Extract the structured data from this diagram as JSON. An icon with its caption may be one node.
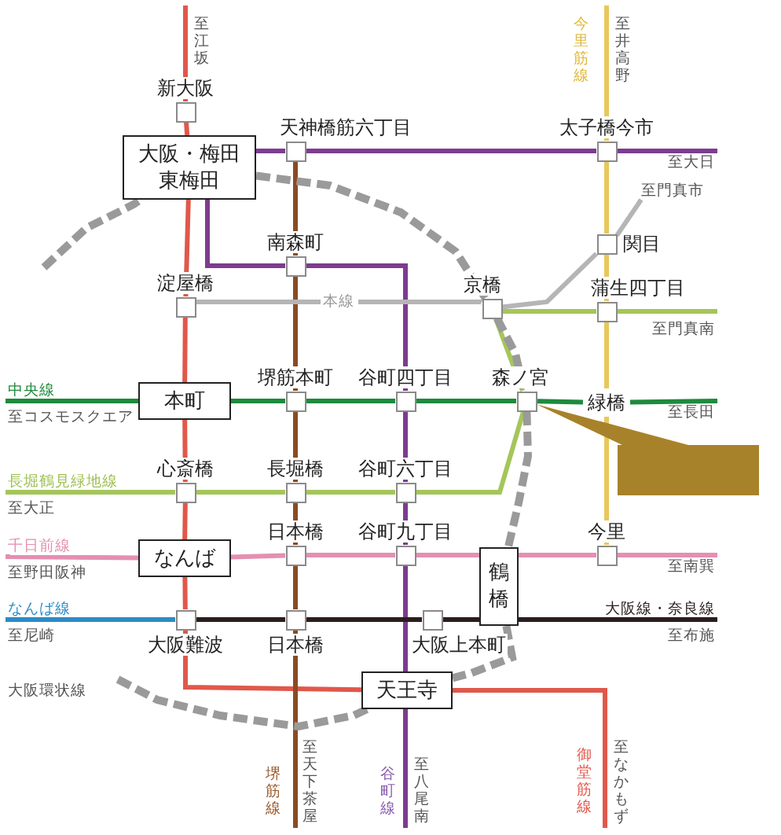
{
  "diagram": {
    "nodes": [
      {
        "text": [
          "新大阪"
        ]
      },
      {
        "text": [
          "大阪・梅田",
          "東梅田"
        ]
      },
      {
        "text": [
          "天神橋筋六丁目"
        ]
      },
      {
        "text": [
          "太子橋今市"
        ]
      },
      {
        "text": [
          "南森町"
        ]
      },
      {
        "text": [
          "関目"
        ]
      },
      {
        "text": [
          "淀屋橋"
        ]
      },
      {
        "text": [
          "京橋"
        ]
      },
      {
        "text": [
          "蒲生四丁目"
        ]
      },
      {
        "text": [
          "本町"
        ]
      },
      {
        "text": [
          "堺筋本町"
        ]
      },
      {
        "text": [
          "谷町四丁目"
        ]
      },
      {
        "text": [
          "森ノ宮"
        ]
      },
      {
        "text": [
          "緑橋"
        ]
      },
      {
        "text": [],
        "shape": "box"
      },
      {
        "text": [
          "心斎橋"
        ]
      },
      {
        "text": [
          "長堀橋"
        ]
      },
      {
        "text": [
          "谷町六丁目"
        ]
      },
      {
        "text": [
          "日本橋"
        ]
      },
      {
        "text": [
          "谷町九丁目"
        ]
      },
      {
        "text": [
          "今里"
        ]
      },
      {
        "text": [
          "なんば"
        ]
      },
      {
        "text": [
          "鶴橋"
        ]
      },
      {
        "text": [
          "大阪難波"
        ]
      },
      {
        "text": [
          "日本橋"
        ]
      },
      {
        "text": [
          "大阪上本町"
        ]
      },
      {
        "text": [
          "天王寺"
        ]
      },
      {
        "text": [
          "至大日"
        ]
      },
      {
        "text": [
          "至門真市"
        ]
      },
      {
        "text": [
          "中央線"
        ]
      },
      {
        "text": [
          "至長田"
        ]
      },
      {
        "text": [
          "長堀鶴見緑地線"
        ]
      },
      {
        "text": [
          "千日前線"
        ]
      },
      {
        "text": [
          "至南巽"
        ]
      },
      {
        "text": [
          "なんば線"
        ]
      },
      {
        "text": [
          "大阪線・奈良線"
        ]
      },
      {
        "text": [
          "至江坂"
        ]
      },
      {
        "text": [
          "至井高野"
        ]
      },
      {
        "text": [
          "至門真南"
        ]
      },
      {
        "text": [
          "至天下茶屋"
        ]
      },
      {
        "text": [
          "至八尾南"
        ]
      },
      {
        "text": [
          "至なかもず"
        ]
      }
    ],
    "edges": [
      {
        "from": 36,
        "to": 0,
        "arrow": "none",
        "color": "#e0584a"
      },
      {
        "from": 0,
        "to": 1,
        "arrow": "none",
        "color": "#e0584a"
      },
      {
        "from": 1,
        "to": 6,
        "arrow": "none",
        "color": "#e0584a"
      },
      {
        "from": 6,
        "to": 9,
        "arrow": "none",
        "color": "#e0584a"
      },
      {
        "from": 9,
        "to": 15,
        "arrow": "none",
        "color": "#e0584a"
      },
      {
        "from": 15,
        "to": 21,
        "arrow": "none",
        "color": "#e0584a"
      },
      {
        "from": 21,
        "to": 23,
        "arrow": "none",
        "color": "#e0584a"
      },
      {
        "from": 23,
        "to": 26,
        "arrow": "none",
        "color": "#e0584a"
      },
      {
        "from": 26,
        "to": 41,
        "arrow": "none",
        "color": "#e0584a"
      },
      {
        "from": 1,
        "to": 2,
        "arrow": "none",
        "color": "#7d3c8f"
      },
      {
        "from": 2,
        "to": 3,
        "arrow": "none",
        "color": "#7d3c8f"
      },
      {
        "from": 3,
        "to": 27,
        "arrow": "none",
        "color": "#7d3c8f"
      },
      {
        "from": 1,
        "to": 4,
        "arrow": "none",
        "color": "#7d3c8f"
      },
      {
        "from": 4,
        "to": 11,
        "arrow": "none",
        "color": "#7d3c8f"
      },
      {
        "from": 11,
        "to": 17,
        "arrow": "none",
        "color": "#7d3c8f"
      },
      {
        "from": 17,
        "to": 19,
        "arrow": "none",
        "color": "#7d3c8f"
      },
      {
        "from": 19,
        "to": 26,
        "arrow": "none",
        "color": "#7d3c8f"
      },
      {
        "from": 26,
        "to": 40,
        "arrow": "none",
        "color": "#7d3c8f"
      },
      {
        "from": 2,
        "to": 4,
        "arrow": "none",
        "color": "#8a4b24"
      },
      {
        "from": 4,
        "to": 10,
        "arrow": "none",
        "color": "#8a4b24"
      },
      {
        "from": 10,
        "to": 16,
        "arrow": "none",
        "color": "#8a4b24"
      },
      {
        "from": 16,
        "to": 18,
        "arrow": "none",
        "color": "#8a4b24"
      },
      {
        "from": 18,
        "to": 24,
        "arrow": "none",
        "color": "#8a4b24"
      },
      {
        "from": 24,
        "to": 39,
        "arrow": "none",
        "color": "#8a4b24"
      },
      {
        "from": 37,
        "to": 3,
        "arrow": "none",
        "color": "#e8c85a"
      },
      {
        "from": 3,
        "to": 5,
        "arrow": "none",
        "color": "#e8c85a"
      },
      {
        "from": 5,
        "to": 8,
        "arrow": "none",
        "color": "#e8c85a"
      },
      {
        "from": 8,
        "to": 13,
        "arrow": "none",
        "color": "#e8c85a"
      },
      {
        "from": 13,
        "to": 20,
        "arrow": "none",
        "color": "#e8c85a"
      },
      {
        "from": 29,
        "to": 9,
        "arrow": "none",
        "color": "#1e8a3c"
      },
      {
        "from": 9,
        "to": 10,
        "arrow": "none",
        "color": "#1e8a3c"
      },
      {
        "from": 10,
        "to": 11,
        "arrow": "none",
        "color": "#1e8a3c"
      },
      {
        "from": 11,
        "to": 12,
        "arrow": "none",
        "color": "#1e8a3c"
      },
      {
        "from": 12,
        "to": 13,
        "arrow": "none",
        "color": "#1e8a3c"
      },
      {
        "from": 13,
        "to": 30,
        "arrow": "none",
        "color": "#1e8a3c"
      },
      {
        "from": 31,
        "to": 15,
        "arrow": "none",
        "color": "#a4c65a"
      },
      {
        "from": 15,
        "to": 16,
        "arrow": "none",
        "color": "#a4c65a"
      },
      {
        "from": 16,
        "to": 17,
        "arrow": "none",
        "color": "#a4c65a"
      },
      {
        "from": 17,
        "to": 12,
        "arrow": "none",
        "color": "#a4c65a"
      },
      {
        "from": 12,
        "to": 7,
        "arrow": "none",
        "color": "#a4c65a"
      },
      {
        "from": 7,
        "to": 8,
        "arrow": "none",
        "color": "#a4c65a"
      },
      {
        "from": 8,
        "to": 38,
        "arrow": "none",
        "color": "#a4c65a"
      },
      {
        "from": 32,
        "to": 21,
        "arrow": "none",
        "color": "#e48fb1"
      },
      {
        "from": 21,
        "to": 18,
        "arrow": "none",
        "color": "#e48fb1"
      },
      {
        "from": 18,
        "to": 19,
        "arrow": "none",
        "color": "#e48fb1"
      },
      {
        "from": 19,
        "to": 22,
        "arrow": "none",
        "color": "#e48fb1"
      },
      {
        "from": 22,
        "to": 20,
        "arrow": "none",
        "color": "#e48fb1"
      },
      {
        "from": 20,
        "to": 33,
        "arrow": "none",
        "color": "#e48fb1"
      },
      {
        "from": 34,
        "to": 23,
        "arrow": "none",
        "color": "#2b8cc4"
      },
      {
        "from": 23,
        "to": 24,
        "arrow": "none",
        "color": "#2b1d1d"
      },
      {
        "from": 24,
        "to": 25,
        "arrow": "none",
        "color": "#2b1d1d"
      },
      {
        "from": 25,
        "to": 22,
        "arrow": "none",
        "color": "#2b1d1d"
      },
      {
        "from": 22,
        "to": 35,
        "arrow": "none",
        "color": "#2b1d1d"
      },
      {
        "from": 6,
        "to": 7,
        "arrow": "none",
        "color": "#b5b5b5",
        "label": "本線"
      },
      {
        "from": 7,
        "to": 5,
        "arrow": "none",
        "color": "#b5b5b5"
      },
      {
        "from": 5,
        "to": 28,
        "arrow": "none",
        "color": "#b5b5b5"
      },
      {
        "from": null,
        "to": 1,
        "arrow": "none",
        "color": "#9a9a9a",
        "style": "dashed"
      },
      {
        "from": 1,
        "to": 7,
        "arrow": "none",
        "color": "#9a9a9a",
        "style": "dashed"
      },
      {
        "from": 7,
        "to": 12,
        "arrow": "none",
        "color": "#9a9a9a",
        "style": "dashed"
      },
      {
        "from": 12,
        "to": 22,
        "arrow": "none",
        "color": "#9a9a9a",
        "style": "dashed"
      },
      {
        "from": 22,
        "to": 26,
        "arrow": "none",
        "color": "#9a9a9a",
        "style": "dashed"
      },
      {
        "from": 26,
        "to": null,
        "arrow": "none",
        "color": "#9a9a9a",
        "style": "dashed"
      },
      {
        "from": 14,
        "to": 12,
        "arrow": "none",
        "color": "#a8822a"
      }
    ],
    "labels": [
      "今里筋線",
      "至コスモスクエア",
      "至大正",
      "至野田阪神",
      "至尼崎",
      "至布施",
      "大阪環状線",
      "堺筋線",
      "谷町線",
      "御堂筋線"
    ]
  }
}
